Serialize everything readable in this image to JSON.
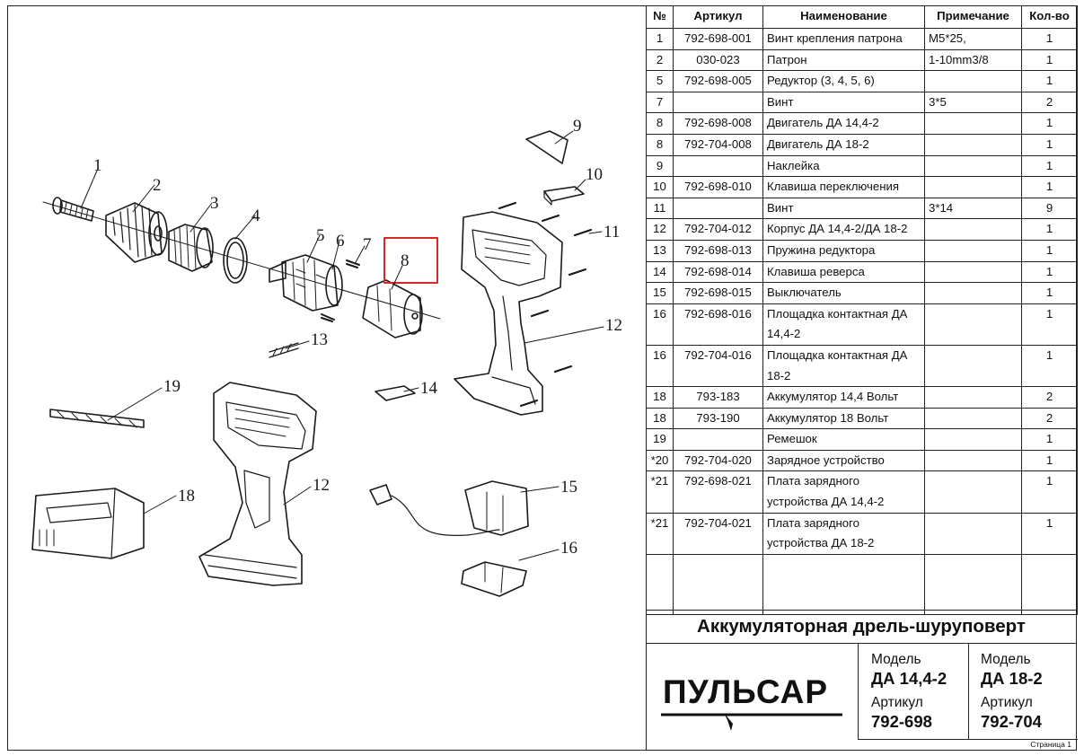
{
  "table": {
    "headers": [
      "№",
      "Артикул",
      "Наименование",
      "Примечание",
      "Кол-во"
    ],
    "rows": [
      [
        "1",
        "792-698-001",
        "Винт крепления патрона",
        "M5*25,",
        "1"
      ],
      [
        "2",
        "030-023",
        "Патрон",
        "1-10mm3/8",
        "1"
      ],
      [
        "5",
        "792-698-005",
        "Редуктор (3, 4, 5, 6)",
        "",
        "1"
      ],
      [
        "7",
        "",
        "Винт",
        "3*5",
        "2"
      ],
      [
        "8",
        "792-698-008",
        "Двигатель ДА 14,4-2",
        "",
        "1"
      ],
      [
        "8",
        "792-704-008",
        "Двигатель ДА 18-2",
        "",
        "1"
      ],
      [
        "9",
        "",
        "Наклейка",
        "",
        "1"
      ],
      [
        "10",
        "792-698-010",
        "Клавиша переключения",
        "",
        "1"
      ],
      [
        "11",
        "",
        "Винт",
        "3*14",
        "9"
      ],
      [
        "12",
        "792-704-012",
        "Корпус ДА 14,4-2/ДА 18-2",
        "",
        "1"
      ],
      [
        "13",
        "792-698-013",
        "Пружина редуктора",
        "",
        "1"
      ],
      [
        "14",
        "792-698-014",
        "Клавиша реверса",
        "",
        "1"
      ],
      [
        "15",
        "792-698-015",
        "Выключатель",
        "",
        "1"
      ],
      [
        "16",
        "792-698-016",
        "Площадка контактная ДА 14,4-2",
        "",
        "1"
      ],
      [
        "16",
        "792-704-016",
        "Площадка контактная ДА 18-2",
        "",
        "1"
      ],
      [
        "18",
        "793-183",
        "Аккумулятор 14,4 Вольт",
        "",
        "2"
      ],
      [
        "18",
        "793-190",
        "Аккумулятор 18 Вольт",
        "",
        "2"
      ],
      [
        "19",
        "",
        "Ремешок",
        "",
        "1"
      ],
      [
        "*20",
        "792-704-020",
        "Зарядное устройство",
        "",
        "1"
      ],
      [
        "*21",
        "792-698-021",
        "Плата зарядного устройства ДА 14,4-2",
        "",
        "1"
      ],
      [
        "*21",
        "792-704-021",
        "Плата зарядного устройства ДА 18-2",
        "",
        "1"
      ]
    ]
  },
  "title": "Аккумуляторная дрель-шуруповерт",
  "brand": "ПУЛЬСАР",
  "models": [
    {
      "model_label": "Модель",
      "model": "ДА 14,4-2",
      "article_label": "Артикул",
      "article": "792-698"
    },
    {
      "model_label": "Модель",
      "model": "ДА 18-2",
      "article_label": "Артикул",
      "article": "792-704"
    }
  ],
  "page": "Страница 1",
  "diagram": {
    "callouts": [
      "1",
      "2",
      "3",
      "4",
      "5",
      "6",
      "7",
      "8",
      "9",
      "10",
      "11",
      "12",
      "13",
      "14",
      "12",
      "15",
      "16",
      "18",
      "19"
    ],
    "highlight_color": "#d62828"
  }
}
